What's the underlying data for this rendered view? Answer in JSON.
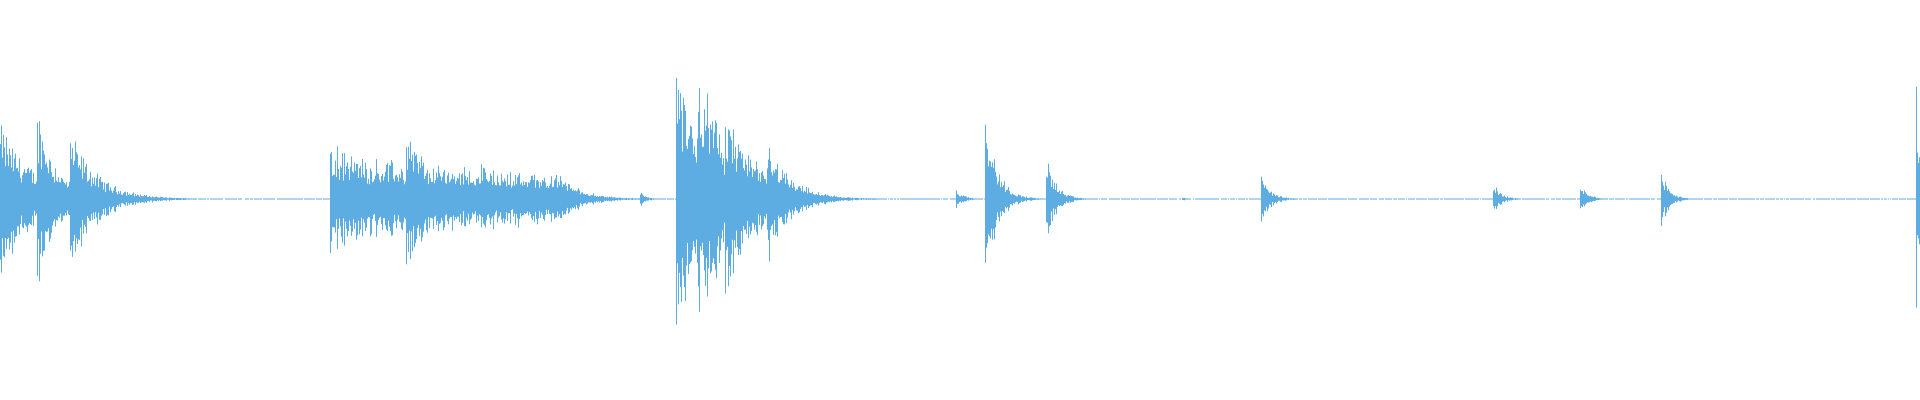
{
  "waveform": {
    "color": "#5dade2",
    "background": "#ffffff",
    "events": [
      {
        "onset": 0.0,
        "peak": 0.36,
        "decay": 0.018,
        "sustain": 0.0
      },
      {
        "onset": 0.0188,
        "peak": 0.46,
        "decay": 0.01,
        "sustain": 0.0
      },
      {
        "onset": 0.036,
        "peak": 0.33,
        "decay": 0.014,
        "sustain": 0.0
      },
      {
        "onset": 0.1714,
        "peak": 0.34,
        "decay": 0.012,
        "sustain": 0.12
      },
      {
        "onset": 0.1885,
        "peak": 0.17,
        "decay": 0.02,
        "sustain": 0.0
      },
      {
        "onset": 0.211,
        "peak": 0.36,
        "decay": 0.015,
        "sustain": 0.0
      },
      {
        "onset": 0.249,
        "peak": 0.18,
        "decay": 0.016,
        "sustain": 0.0
      },
      {
        "onset": 0.3333,
        "peak": 0.04,
        "decay": 0.003,
        "sustain": 0.0
      },
      {
        "onset": 0.3516,
        "peak": 0.62,
        "decay": 0.02,
        "sustain": 0.0
      },
      {
        "onset": 0.363,
        "peak": 0.62,
        "decay": 0.018,
        "sustain": 0.0
      },
      {
        "onset": 0.3776,
        "peak": 0.45,
        "decay": 0.016,
        "sustain": 0.0
      },
      {
        "onset": 0.399,
        "peak": 0.31,
        "decay": 0.012,
        "sustain": 0.0
      },
      {
        "onset": 0.4974,
        "peak": 0.05,
        "decay": 0.004,
        "sustain": 0.0
      },
      {
        "onset": 0.513,
        "peak": 0.43,
        "decay": 0.006,
        "sustain": 0.0
      },
      {
        "onset": 0.5443,
        "peak": 0.23,
        "decay": 0.005,
        "sustain": 0.0
      },
      {
        "onset": 0.6156,
        "peak": 0.01,
        "decay": 0.002,
        "sustain": 0.0
      },
      {
        "onset": 0.6563,
        "peak": 0.12,
        "decay": 0.005,
        "sustain": 0.0
      },
      {
        "onset": 0.7776,
        "peak": 0.08,
        "decay": 0.004,
        "sustain": 0.0
      },
      {
        "onset": 0.8224,
        "peak": 0.08,
        "decay": 0.004,
        "sustain": 0.0
      },
      {
        "onset": 0.8651,
        "peak": 0.14,
        "decay": 0.004,
        "sustain": 0.0
      },
      {
        "onset": 0.9974,
        "peak": 0.56,
        "decay": 0.004,
        "sustain": 0.0
      }
    ]
  }
}
